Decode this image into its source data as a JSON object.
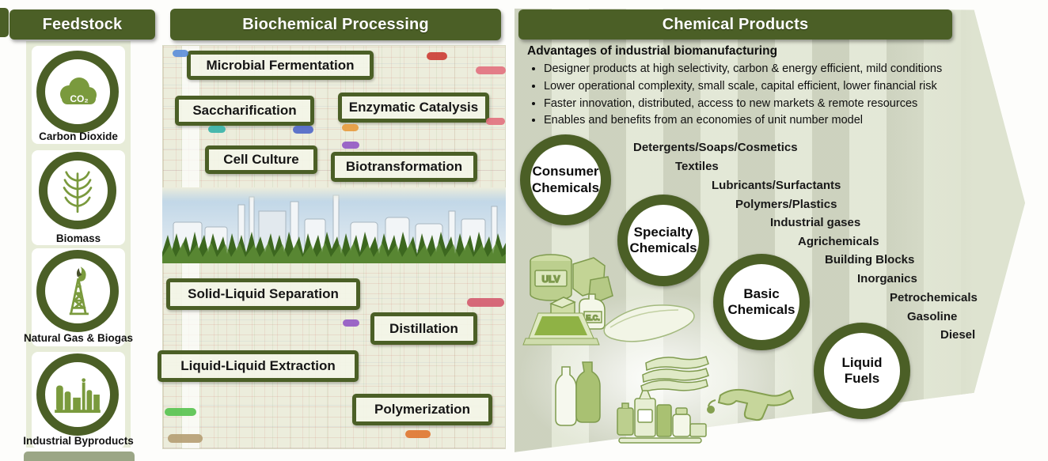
{
  "feedstock": {
    "header": "Feedstock",
    "items": [
      {
        "label": "Carbon Dioxide",
        "icon": "co2-cloud-icon",
        "icon_text": "CO₂"
      },
      {
        "label": "Biomass",
        "icon": "biomass-plant-icon"
      },
      {
        "label": "Natural Gas & Biogas",
        "icon": "gas-derrick-icon"
      },
      {
        "label": "Industrial Byproducts",
        "icon": "factory-icon"
      }
    ]
  },
  "processing": {
    "header": "Biochemical Processing",
    "steps": [
      "Microbial Fermentation",
      "Saccharification",
      "Enzymatic Catalysis",
      "Cell Culture",
      "Biotransformation",
      "Solid-Liquid Separation",
      "Distillation",
      "Liquid-Liquid Extraction",
      "Polymerization"
    ]
  },
  "products": {
    "header": "Chemical Products",
    "advantages_title": "Advantages of industrial biomanufacturing",
    "advantages": [
      "Designer products at high selectivity, carbon & energy efficient, mild conditions",
      "Lower operational complexity, small scale, capital efficient, lower financial risk",
      "Faster innovation, distributed, access to new markets & remote resources",
      "Enables and benefits from an economies of unit number model"
    ],
    "categories": [
      "Consumer Chemicals",
      "Specialty Chemicals",
      "Basic Chemicals",
      "Liquid Fuels"
    ],
    "list": [
      "Detergents/Soaps/Cosmetics",
      "Textiles",
      "Lubricants/Surfactants",
      "Polymers/Plastics",
      "Industrial gases",
      "Agrichemicals",
      "Building Blocks",
      "Inorganics",
      "Petrochemicals",
      "Gasoline",
      "Diesel"
    ],
    "illustration_labels": {
      "can": "ULV",
      "jug": "E.C."
    }
  },
  "colors": {
    "header_green": "#4b5f26",
    "icon_green": "#7a9a3d",
    "strip_bg": "#e7ecd8",
    "arrow_bg": "#dee3d0"
  }
}
